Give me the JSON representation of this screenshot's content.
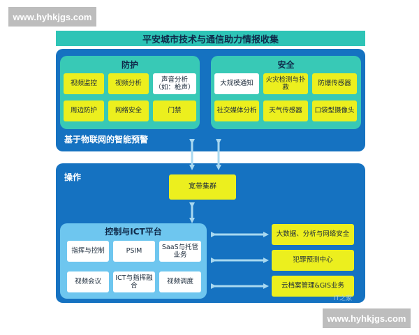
{
  "title": "平安城市技术与通信助力情报收集",
  "watermark": "www.hyhkjgs.com",
  "top_left_panel": {
    "title": "防护",
    "tiles": [
      "视频监控",
      "视频分析",
      "声音分析（如：枪声）",
      "周边防护",
      "网络安全",
      "门禁"
    ]
  },
  "top_right_panel": {
    "title": "安全",
    "tiles": [
      "大规模通知",
      "火灾检测与扑救",
      "防爆传感器",
      "社交媒体分析",
      "天气传感器",
      "口袋型摄像头"
    ]
  },
  "iot_label": "基于物联网的智能预警",
  "operation_label": "操作",
  "broadband": "宽带集群",
  "ict_panel": {
    "title": "控制与ICT平台",
    "tiles": [
      "指挥与控制",
      "PSIM",
      "SaaS与托管业务",
      "视频会议",
      "ICT与指挥融合",
      "视频调度"
    ]
  },
  "right_boxes": [
    "大数据、分析与网络安全",
    "犯罪预测中心",
    "云档案管理&GIS业务"
  ],
  "corner_logo": "IT之家",
  "colors": {
    "panel_blue": "#1572c1",
    "panel_teal": "#38c9b6",
    "panel_light": "#6ec6ef",
    "tile_yellow": "#ecef1e",
    "title_teal": "#2ec4b6",
    "arrow": "#a8d8f0"
  }
}
